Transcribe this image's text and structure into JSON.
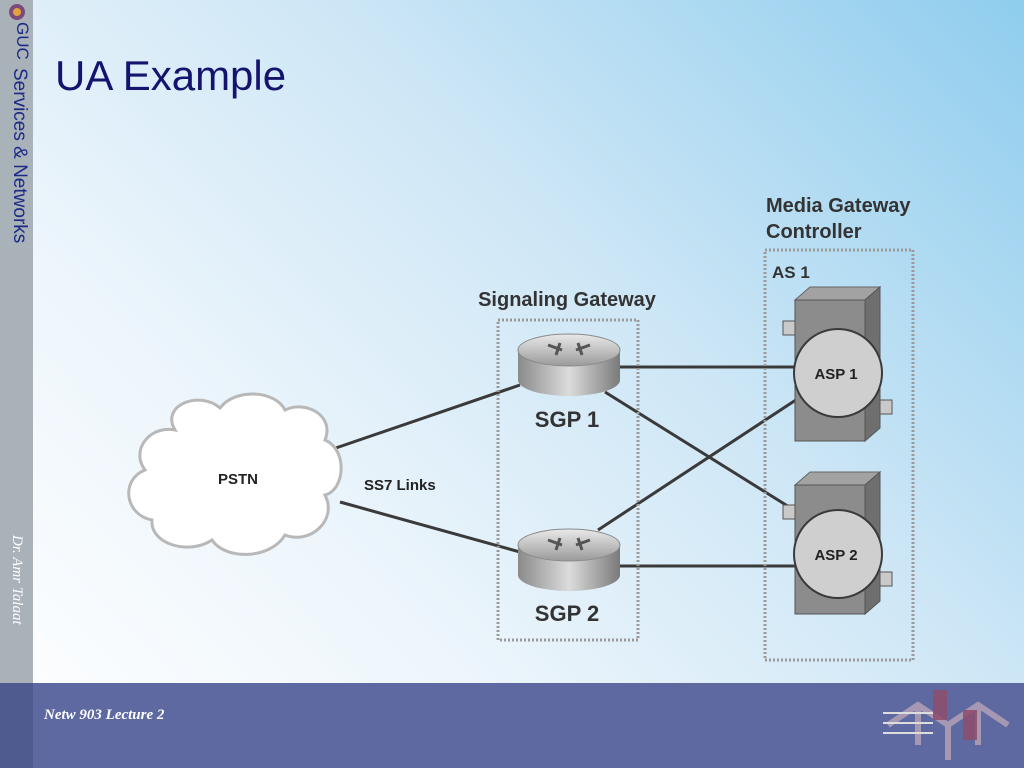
{
  "sidebar": {
    "logo": "GUC",
    "title": "Services & Networks",
    "author": "Dr. Amr Talaat"
  },
  "slide": {
    "title": "UA Example"
  },
  "footer": {
    "text": "Netw 903 Lecture 2"
  },
  "diagram": {
    "pstn_label": "PSTN",
    "links_label": "SS7 Links",
    "sg_group_label": "Signaling Gateway",
    "sgp1_label": "SGP 1",
    "sgp2_label": "SGP 2",
    "mgc_group_label_line1": "Media Gateway",
    "mgc_group_label_line2": "Controller",
    "as_label": "AS 1",
    "asp1_label": "ASP 1",
    "asp2_label": "ASP 2"
  },
  "colors": {
    "title": "#14146e",
    "sidebar_text": "#1c2a86",
    "footer_band": "#5e69a1",
    "sidebar": "#a9b1b9"
  }
}
